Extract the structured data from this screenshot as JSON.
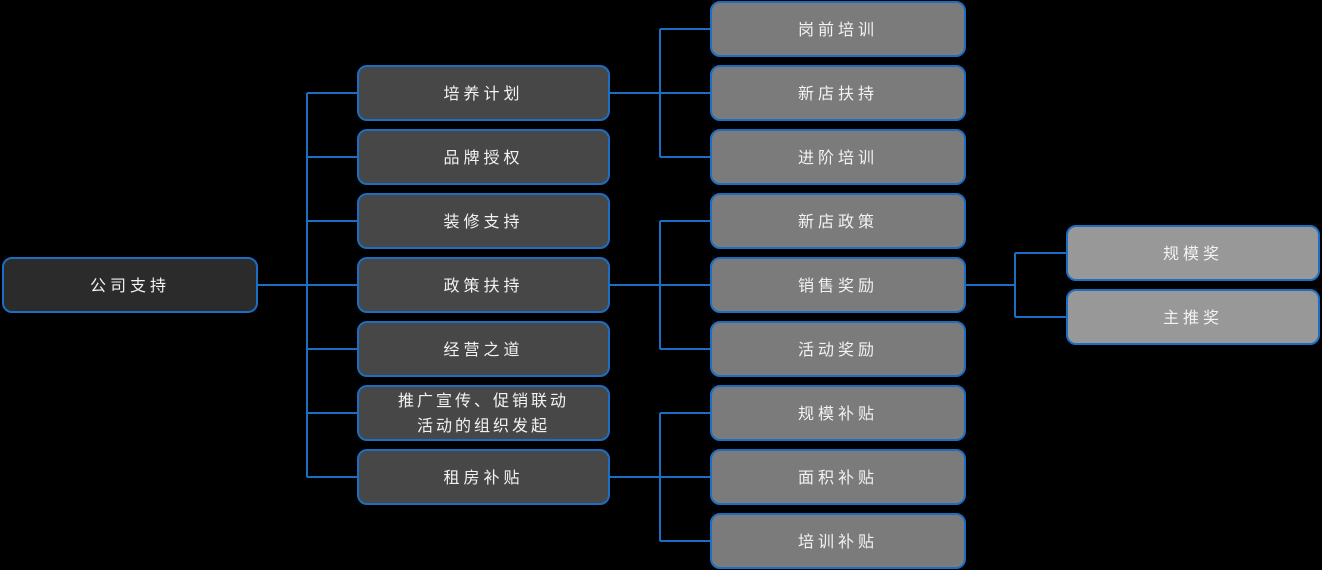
{
  "colors": {
    "background": "#000000",
    "connector": "#1a6fc5",
    "border": "#1a6fc5",
    "root_fill": "#2b2b2b",
    "level2_fill": "#474747",
    "level3_fill": "#7b7b7b",
    "level4_fill": "#989898",
    "text": "#f2f2f2"
  },
  "tree": {
    "root": {
      "label": "公司支持"
    },
    "branches": [
      {
        "label": "培养计划",
        "children": [
          {
            "label": "岗前培训"
          },
          {
            "label": "新店扶持"
          },
          {
            "label": "进阶培训"
          }
        ]
      },
      {
        "label": "品牌授权"
      },
      {
        "label": "装修支持"
      },
      {
        "label": "政策扶持",
        "children": [
          {
            "label": "新店政策"
          },
          {
            "label": "销售奖励",
            "children": [
              {
                "label": "规模奖"
              },
              {
                "label": "主推奖"
              }
            ]
          },
          {
            "label": "活动奖励"
          }
        ]
      },
      {
        "label": "经营之道"
      },
      {
        "label": "推广宣传、促销联动活动的组织发起",
        "label_lines": [
          "推广宣传、促销联动",
          "活动的组织发起"
        ]
      },
      {
        "label": "租房补贴",
        "children": [
          {
            "label": "规模补贴"
          },
          {
            "label": "面积补贴"
          },
          {
            "label": "培训补贴"
          }
        ]
      }
    ]
  }
}
